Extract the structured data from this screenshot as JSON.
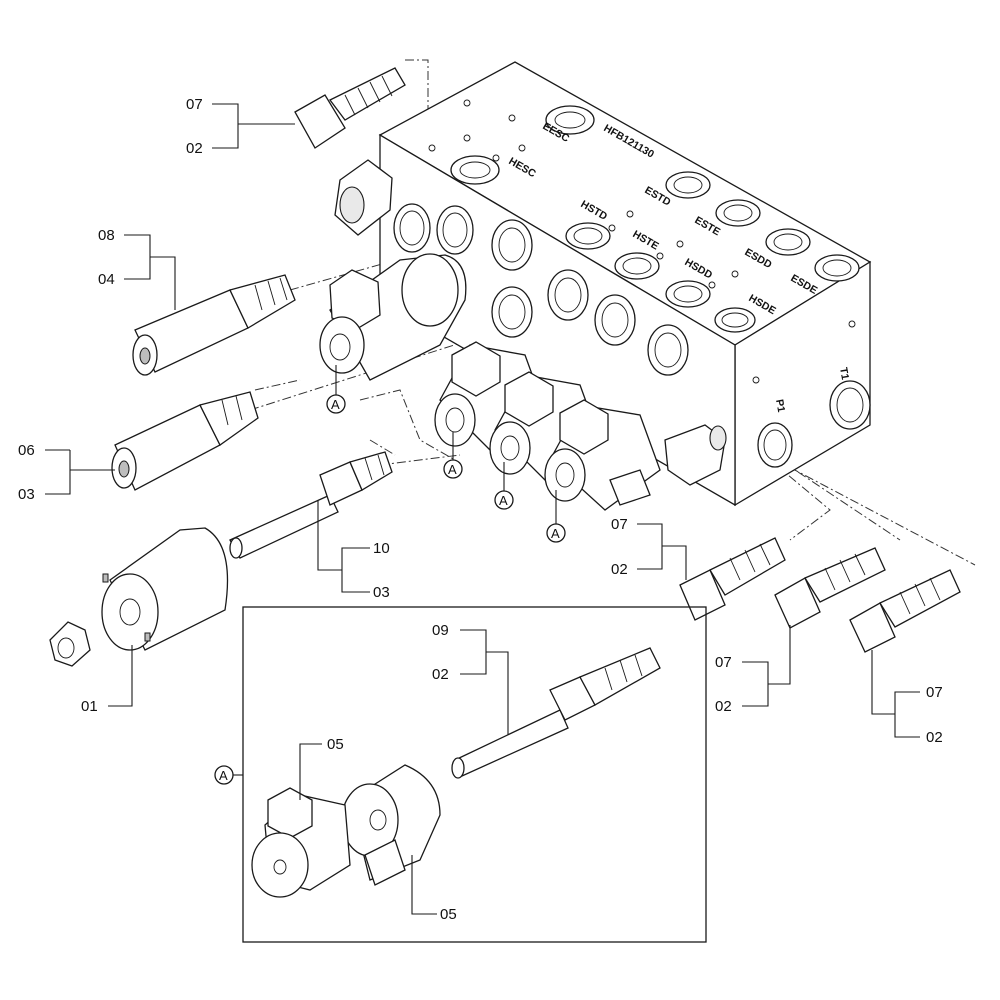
{
  "block": {
    "model": "HFB121130",
    "ports_top": [
      "EESC",
      "HESC",
      "ESTD",
      "ESTE",
      "HSTD",
      "HSTE",
      "HSDD",
      "ESDD",
      "ESDE",
      "HSDE"
    ],
    "ports_side": [
      "T1",
      "P1"
    ]
  },
  "callouts": {
    "c1": {
      "a": "07",
      "b": "02"
    },
    "c2": {
      "a": "08",
      "b": "04"
    },
    "c3": {
      "a": "06",
      "b": "03"
    },
    "c4": {
      "a": "10",
      "b": "03"
    },
    "c5": {
      "a": "01"
    },
    "c6": {
      "a": "07",
      "b": "02"
    },
    "c7": {
      "a": "07",
      "b": "02"
    },
    "c8": {
      "a": "07",
      "b": "02"
    },
    "detail": {
      "a": "09",
      "b": "02",
      "c": "05",
      "d": "05"
    }
  },
  "detail_ref": "A"
}
